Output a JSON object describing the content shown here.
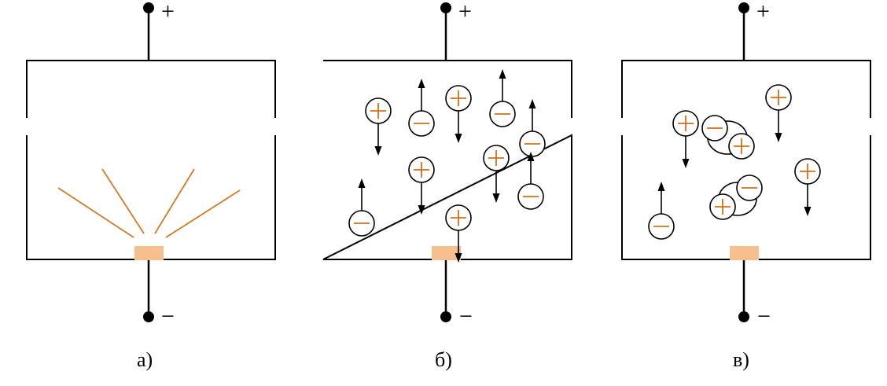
{
  "colors": {
    "heater": "#f6c08e",
    "ray": "#cf7a26",
    "ion_sign": "#d2701c",
    "line": "#000000"
  },
  "terminal_signs": {
    "positive": "+",
    "negative": "−"
  },
  "panels": [
    {
      "id": "a",
      "caption": "а)"
    },
    {
      "id": "b",
      "caption": "б)"
    },
    {
      "id": "c",
      "caption": "в)"
    }
  ],
  "ions": {
    "b": [
      {
        "charge": "+",
        "dir": "down"
      },
      {
        "charge": "−",
        "dir": "up"
      },
      {
        "charge": "+",
        "dir": "down"
      },
      {
        "charge": "−",
        "dir": "up"
      },
      {
        "charge": "−",
        "dir": "up"
      },
      {
        "charge": "+",
        "dir": "down"
      },
      {
        "charge": "+",
        "dir": "down"
      },
      {
        "charge": "−",
        "dir": "up"
      },
      {
        "charge": "−",
        "dir": "up"
      },
      {
        "charge": "+",
        "dir": "down"
      }
    ],
    "c": [
      {
        "charge": "+",
        "dir": "down"
      },
      {
        "charge": "+",
        "dir": "down"
      },
      {
        "charge": "+",
        "dir": "down"
      },
      {
        "charge": "−",
        "dir": "up"
      }
    ],
    "c_pairs": [
      {
        "charges": [
          "−",
          "+"
        ]
      },
      {
        "charges": [
          "+",
          "−"
        ]
      }
    ]
  }
}
